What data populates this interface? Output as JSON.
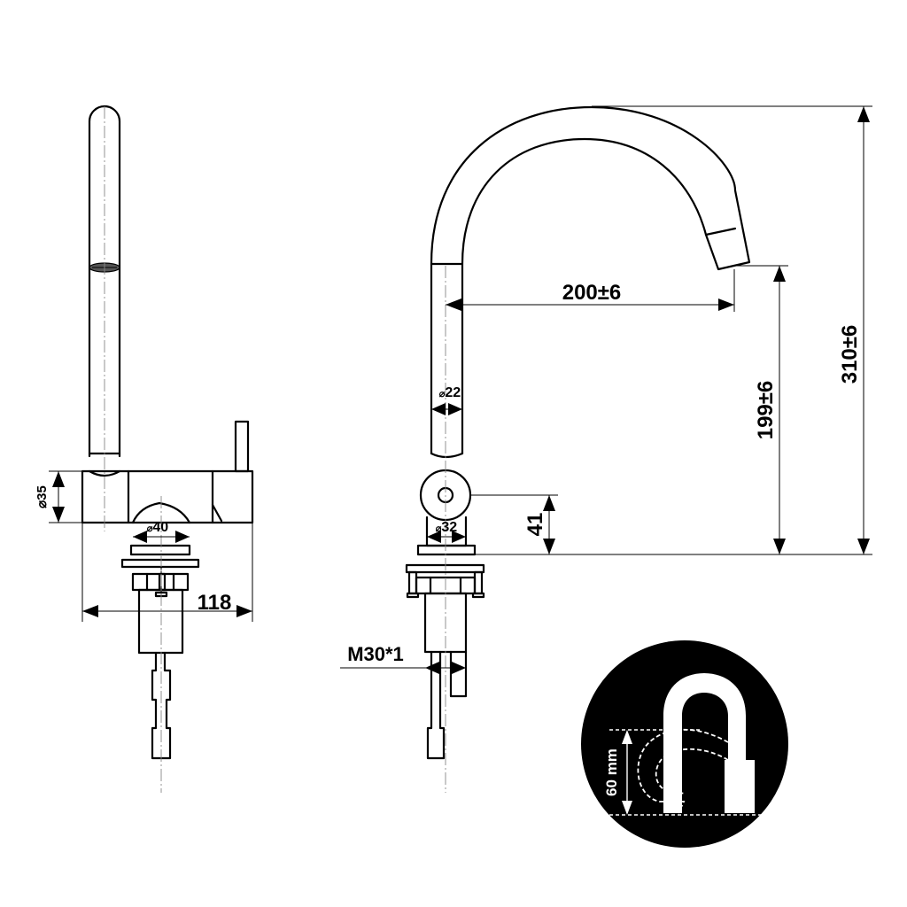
{
  "dimensions": {
    "width_118": "118",
    "dia_35": "35",
    "dia_40": "40",
    "spout_reach": "200±6",
    "total_height": "310±6",
    "spout_height": "199±6",
    "dia_22": "22",
    "dia_32": "32",
    "base_height": "41",
    "thread": "M30*1",
    "inset_height": "60 mm"
  },
  "symbols": {
    "diameter": "⌀"
  },
  "colors": {
    "line": "#000000",
    "inset_background": "#000000",
    "inset_line": "#ffffff"
  }
}
